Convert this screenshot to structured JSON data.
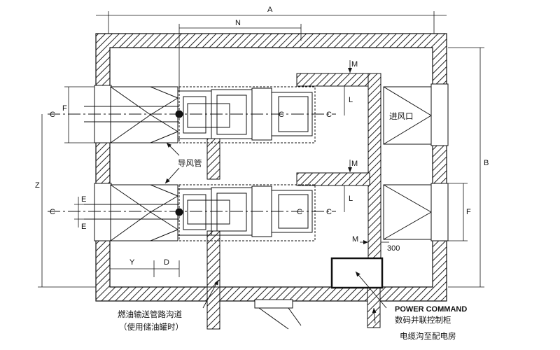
{
  "dimensions": {
    "A": "A",
    "B": "B",
    "N": "N",
    "M": "M",
    "L": "L",
    "Z": "Z",
    "F": "F",
    "E": "E",
    "Y": "Y",
    "D": "D",
    "C": "C",
    "gap_300": "300"
  },
  "labels": {
    "air_inlet": "进风口",
    "air_duct": "导风管",
    "fuel_trench_line1": "燃油输送管路沟道",
    "fuel_trench_line2": "（使用储油罐时）",
    "power_command_en": "POWER COMMAND",
    "power_command_cn": "数码并联控制柜",
    "cable_trench": "电缆沟至配电房"
  },
  "colors": {
    "line": "#111111",
    "hatch": "#222222",
    "background": "#ffffff"
  }
}
